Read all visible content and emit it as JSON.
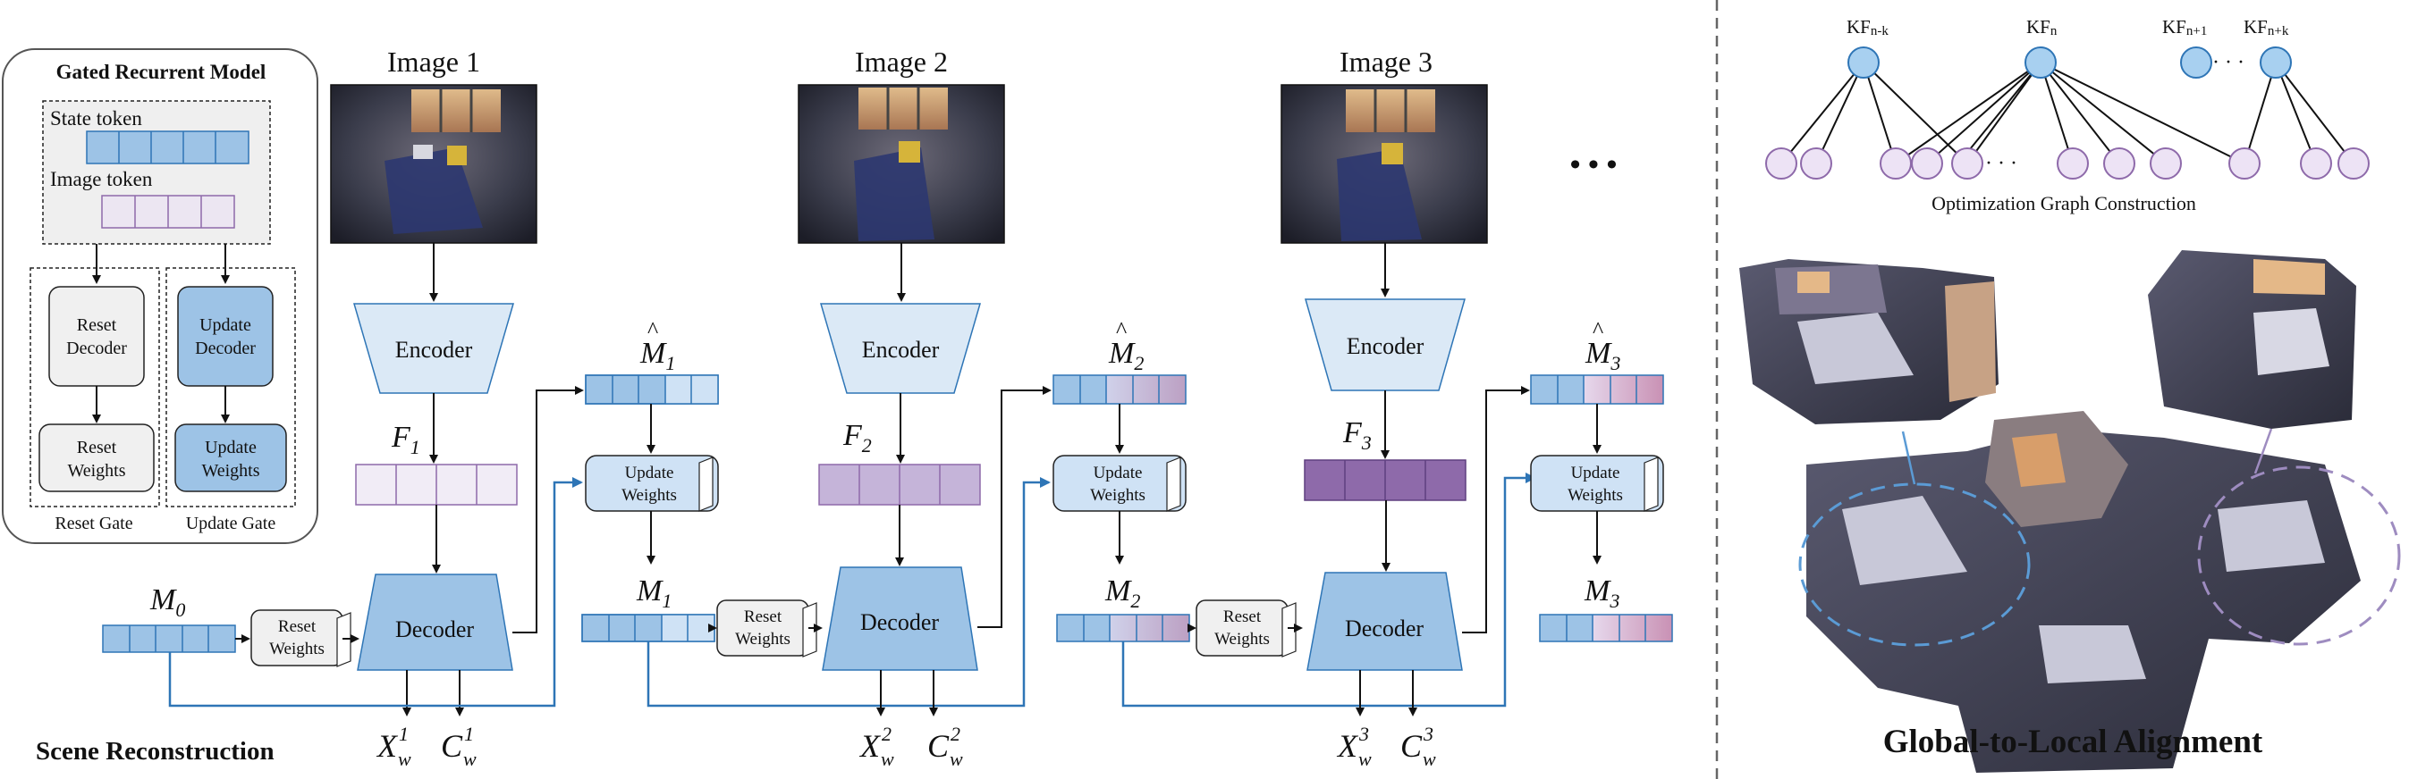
{
  "gated_model": {
    "title": "Gated Recurrent Model",
    "state_token": "State token",
    "image_token": "Image token",
    "reset_decoder_1": "Reset",
    "reset_decoder_2": "Decoder",
    "update_decoder_1": "Update",
    "update_decoder_2": "Decoder",
    "reset_weights_1": "Reset",
    "reset_weights_2": "Weights",
    "update_weights_1": "Update",
    "update_weights_2": "Weights",
    "reset_gate": "Reset Gate",
    "update_gate": "Update Gate"
  },
  "stages": [
    {
      "image_label": "Image 1",
      "encoder": "Encoder",
      "decoder": "Decoder",
      "F": "F",
      "F_sub": "1",
      "Mhat": "M",
      "Mhat_sub": "1",
      "M_out": "M",
      "M_out_sub": "1",
      "X": "X",
      "X_sup": "1",
      "X_sub": "w",
      "C": "C",
      "C_sup": "1",
      "C_sub": "w"
    },
    {
      "image_label": "Image 2",
      "encoder": "Encoder",
      "decoder": "Decoder",
      "F": "F",
      "F_sub": "2",
      "Mhat": "M",
      "Mhat_sub": "2",
      "M_out": "M",
      "M_out_sub": "2",
      "X": "X",
      "X_sup": "2",
      "X_sub": "w",
      "C": "C",
      "C_sup": "2",
      "C_sub": "w"
    },
    {
      "image_label": "Image 3",
      "encoder": "Encoder",
      "decoder": "Decoder",
      "F": "F",
      "F_sub": "3",
      "Mhat": "M",
      "Mhat_sub": "3",
      "M_out": "M",
      "M_out_sub": "3",
      "X": "X",
      "X_sup": "3",
      "X_sub": "w",
      "C": "C",
      "C_sup": "3",
      "C_sub": "w"
    }
  ],
  "M0": "M",
  "M0_sub": "0",
  "ellipsis": "• • •",
  "update_weights_1": "Update",
  "update_weights_2": "Weights",
  "reset_weights_1": "Reset",
  "reset_weights_2": "Weights",
  "scene_reconstruction": "Scene Reconstruction",
  "graph": {
    "kf_labels": [
      {
        "main": "KF",
        "sub": "n-k"
      },
      {
        "main": "KF",
        "sub": "n"
      },
      {
        "main": "KF",
        "sub": "n+1"
      },
      {
        "main": "KF",
        "sub": "n+k"
      }
    ],
    "dots_top": "· · ·",
    "dots_bottom": "· · ·",
    "caption": "Optimization Graph Construction"
  },
  "global_local": "Global-to-Local Alignment",
  "colors": {
    "token_blue": "#9dc3e6",
    "token_blue_dark": "#5b9bd5",
    "token_purple_light": "#ece6f2",
    "token_purple_mid": "#c5b4d9",
    "token_purple_dark": "#8e6aaa",
    "encoder_fill": "#dbe9f6",
    "decoder_fill": "#9dc3e6",
    "update_box": "#cfe2f5",
    "arrow_blue": "#2e75b6",
    "graph_node_blue": "#a8d0f0",
    "graph_node_purple": "#ede3f5"
  }
}
